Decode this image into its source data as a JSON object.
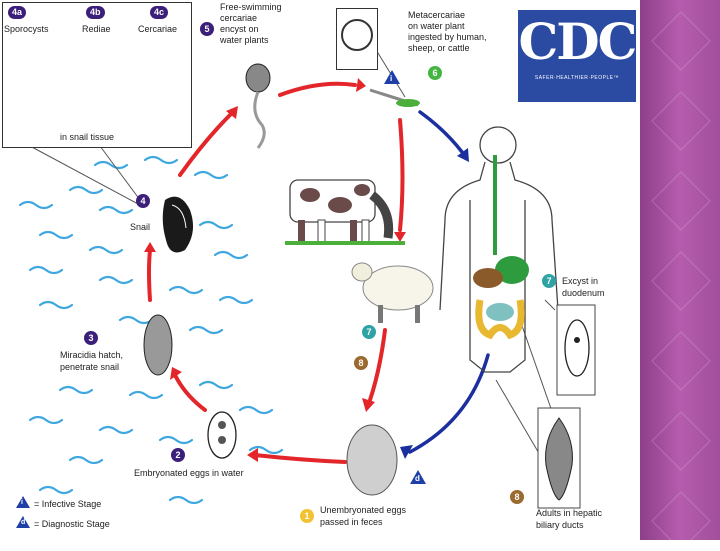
{
  "inset": {
    "stage_4a": "4a",
    "label_4a": "Sporocysts",
    "stage_4b": "4b",
    "label_4b": "Rediae",
    "stage_4c": "4c",
    "label_4c": "Cercariae",
    "caption": "in snail tissue"
  },
  "stages": {
    "s5_num": "5",
    "s5_label_1": "Free-swimming",
    "s5_label_2": "cercariae",
    "s5_label_3": "encyst on",
    "s5_label_4": "water plants",
    "s6_num": "6",
    "s6_label_1": "Metacercariae",
    "s6_label_2": "on water plant",
    "s6_label_3": "ingested by human,",
    "s6_label_4": "sheep, or cattle",
    "s4_num": "4",
    "s4_label": "Snail",
    "s3_num": "3",
    "s3_label_1": "Miracidia hatch,",
    "s3_label_2": "penetrate snail",
    "s2_num": "2",
    "s2_label": "Embryonated eggs in water",
    "s1_num": "1",
    "s1_label_1": "Unembryonated eggs",
    "s1_label_2": "passed in feces",
    "s7_num": "7",
    "s7_label_1": "Excyst in",
    "s7_label_2": "duodenum",
    "s7b_num": "7",
    "s8_num": "8",
    "s8_label_1": "Adults in hepatic",
    "s8_label_2": "biliary ducts",
    "s8b_num": "8"
  },
  "markers": {
    "infective_symbol": "i",
    "diagnostic_symbol": "d"
  },
  "legend": {
    "infective_symbol": "i",
    "infective_text": "= Infective Stage",
    "diagnostic_symbol": "d",
    "diagnostic_text": "= Diagnostic Stage"
  },
  "logo": {
    "word": "CDC",
    "tagline": "SAFER·HEALTHIER·PEOPLE™"
  },
  "colors": {
    "cycle_arrow": "#e3262a",
    "human_arrow": "#1b2f9e",
    "water": "#3ea7e0",
    "stage_purple": "#3c1f7a",
    "side_panel": "#a44f9e",
    "logo_blue": "#2b4aa2"
  }
}
